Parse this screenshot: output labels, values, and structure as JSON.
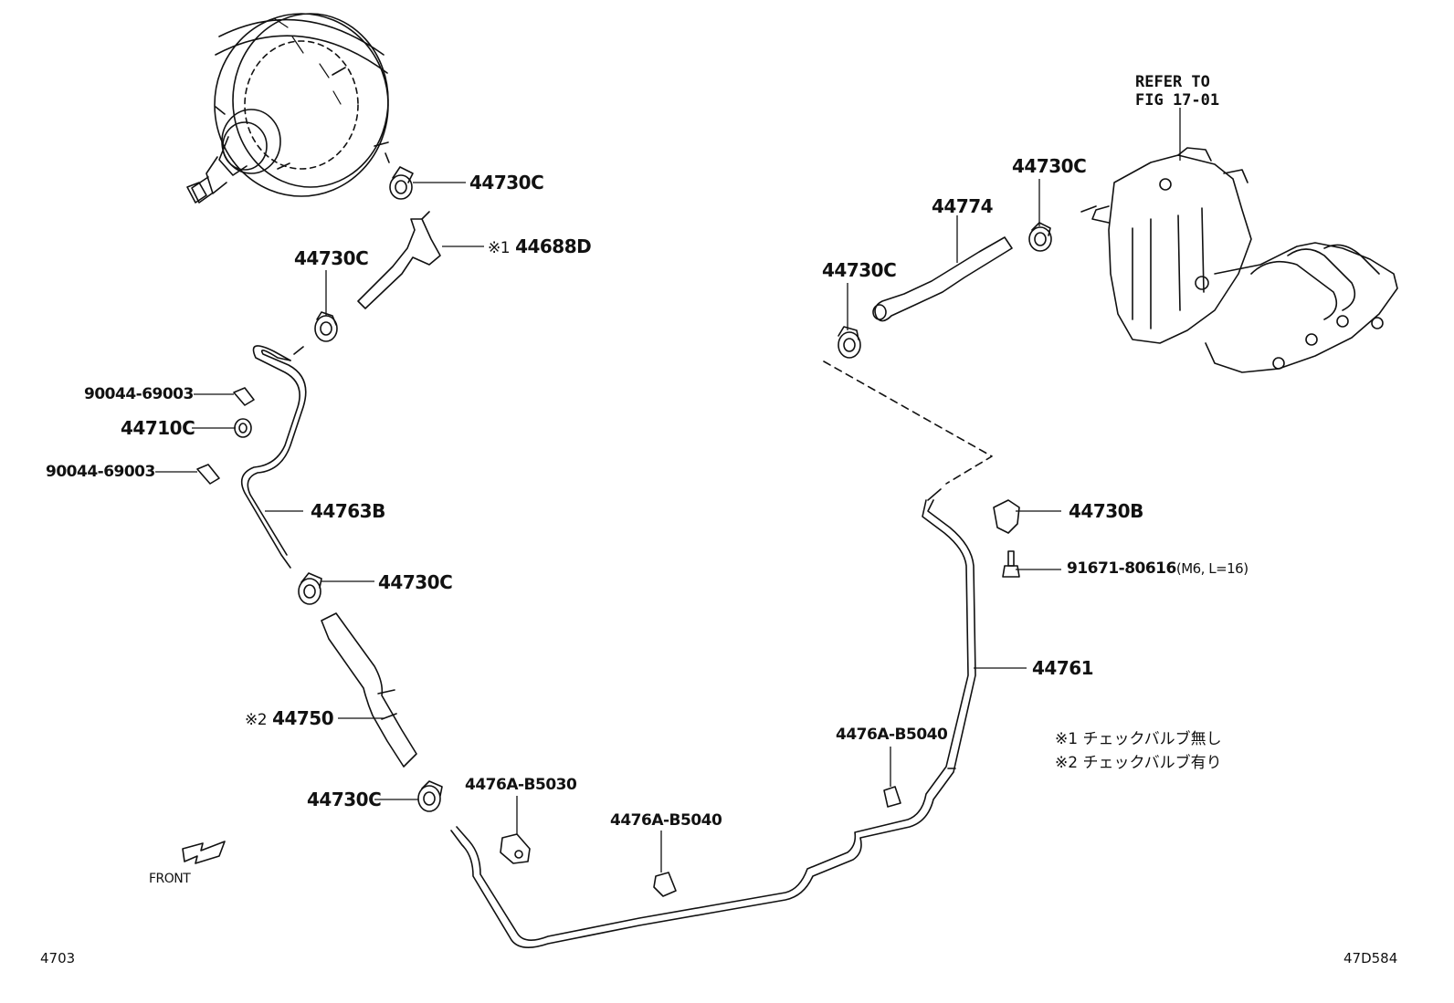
{
  "reference": {
    "line1": "REFER TO",
    "line2": "FIG 17-01"
  },
  "labels": {
    "clamp_top": "44730C",
    "hose_check_mark": "※1",
    "hose_top": "44688D",
    "clamp_left_upper": "44730C",
    "clip_upper": "90044-69003",
    "grommet": "44710C",
    "clip_lower": "90044-69003",
    "pipe_left": "44763B",
    "clamp_left_lower": "44730C",
    "hose_valve_mark": "※2",
    "hose_valve": "44750",
    "clamp_bottom": "44730C",
    "clamp_bracket_left": "4476A-B5030",
    "clamp_bracket_mid": "4476A-B5040",
    "clamp_bracket_right": "4476A-B5040",
    "hose_right": "44774",
    "clamp_right_upper": "44730C",
    "clamp_right_lower": "44730C",
    "bracket_right": "44730B",
    "bolt": "91671-80616",
    "bolt_spec": "(M6, L=16)",
    "pipe_main": "44761",
    "front": "FRONT"
  },
  "legend": [
    {
      "mark": "※1",
      "text": "チェックバルブ無し"
    },
    {
      "mark": "※2",
      "text": "チェックバルブ有り"
    }
  ],
  "footer": {
    "left_code": "4703",
    "right_code": "47D584"
  }
}
